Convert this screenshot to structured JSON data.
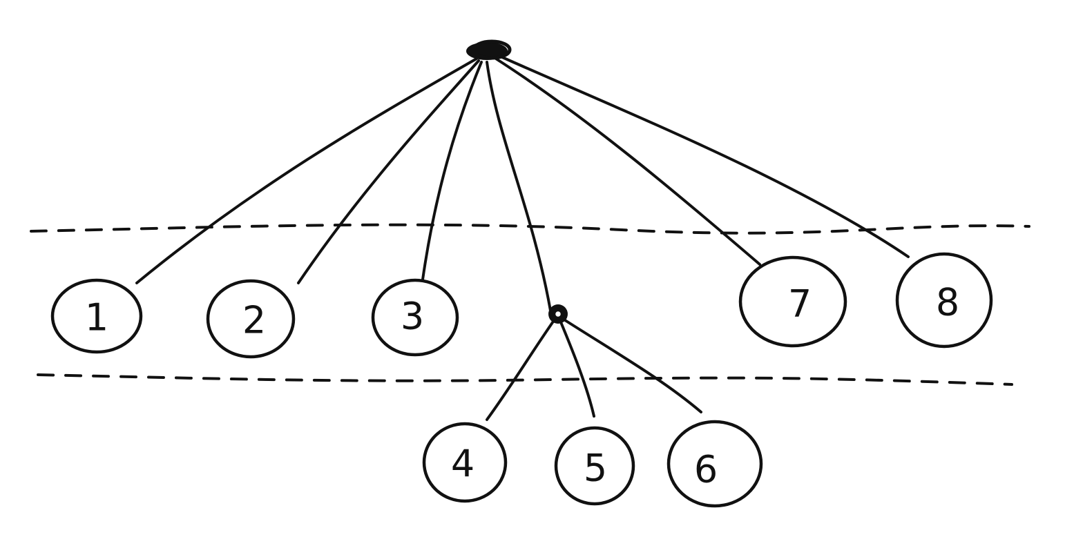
{
  "root": {
    "id": "root"
  },
  "internal": {
    "id": "internal-node"
  },
  "leaves": [
    {
      "id": "leaf-1",
      "label": "1"
    },
    {
      "id": "leaf-2",
      "label": "2"
    },
    {
      "id": "leaf-3",
      "label": "3"
    },
    {
      "id": "leaf-4",
      "label": "4"
    },
    {
      "id": "leaf-5",
      "label": "5"
    },
    {
      "id": "leaf-6",
      "label": "6"
    },
    {
      "id": "leaf-7",
      "label": "7"
    },
    {
      "id": "leaf-8",
      "label": "8"
    }
  ],
  "edges": [
    {
      "from": "root",
      "to": "leaf-1"
    },
    {
      "from": "root",
      "to": "leaf-2"
    },
    {
      "from": "root",
      "to": "leaf-3"
    },
    {
      "from": "root",
      "to": "internal-node"
    },
    {
      "from": "root",
      "to": "leaf-7"
    },
    {
      "from": "root",
      "to": "leaf-8"
    },
    {
      "from": "internal-node",
      "to": "leaf-4"
    },
    {
      "from": "internal-node",
      "to": "leaf-5"
    },
    {
      "from": "internal-node",
      "to": "leaf-6"
    }
  ],
  "level_separators": 2,
  "style": {
    "ink": "#111111",
    "background": "#ffffff"
  }
}
